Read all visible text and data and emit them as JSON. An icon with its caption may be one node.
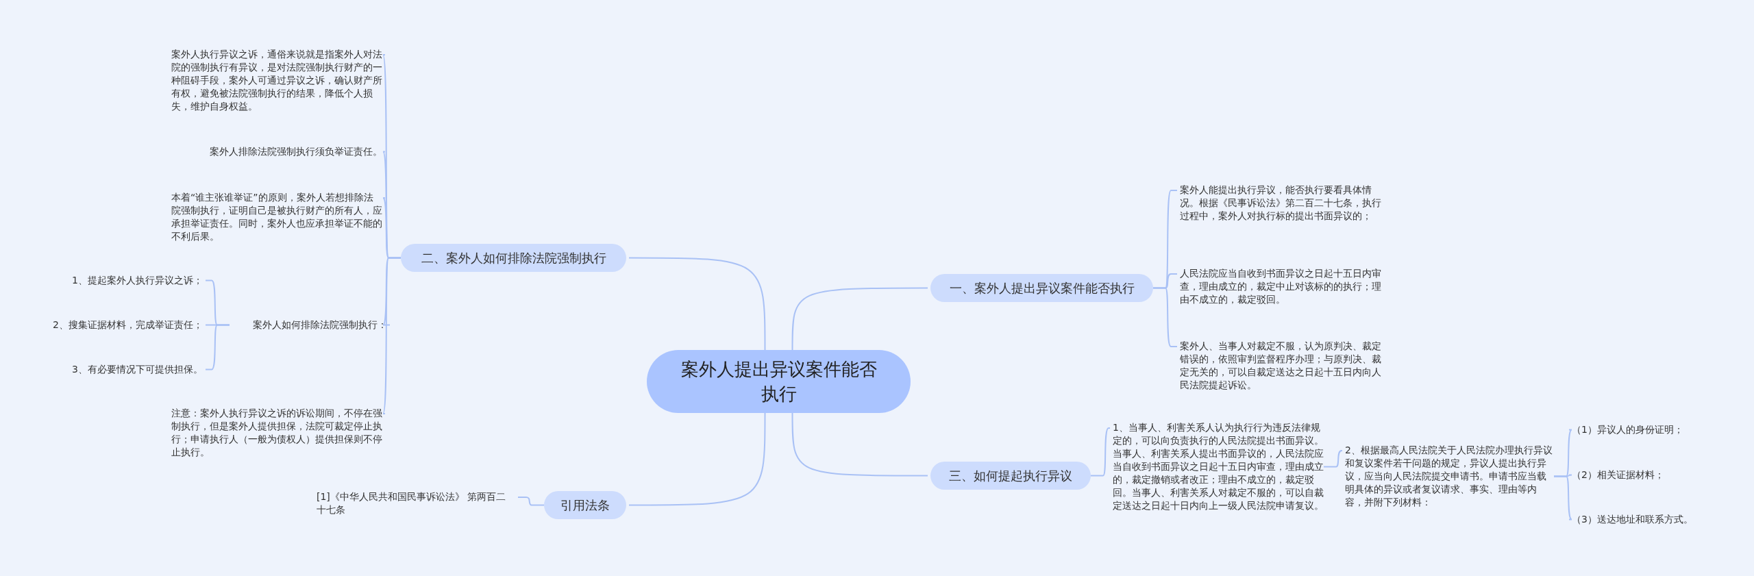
{
  "diagram": {
    "nodes": [
      {
        "text": [
          "案外人提出异议案件能否执行"
        ]
      },
      {
        "text": [
          "一、案外人提出异议案件能否执行"
        ]
      },
      {
        "text": [
          "案外人能提出执行异议，能否执行要看具体情况。根据《民事诉讼法》第二百二十七条，执行过程中，案外人对执行标的提出书面异议的；"
        ]
      },
      {
        "text": [
          "人民法院应当自收到书面异议之日起十五日内审查，理由成立的，裁定中止对该标的的执行；理由不成立的，裁定驳回。"
        ]
      },
      {
        "text": [
          "案外人、当事人对裁定不服，认为原判决、裁定错误的，依照审判监督程序办理；与原判决、裁定无关的，可以自裁定送达之日起十五日内向人民法院提起诉讼。"
        ]
      },
      {
        "text": [
          "二、案外人如何排除法院强制执行"
        ]
      },
      {
        "text": [
          "案外人执行异议之诉，通俗来说就是指案外人对法院的强制执行有异议，是对法院强制执行财产的一种阻碍手段，案外人可通过异议之诉，确认财产所有权，避免被法院强制执行的结果，降低个人损失，维护自身权益。"
        ]
      },
      {
        "text": [
          "案外人排除法院强制执行须负举证责任。"
        ]
      },
      {
        "text": [
          "本着“谁主张谁举证”的原则，案外人若想排除法院强制执行，证明自己是被执行财产的所有人，应承担举证责任。同时，案外人也应承担举证不能的不利后果。"
        ]
      },
      {
        "text": [
          "案外人如何排除法院强制执行："
        ]
      },
      {
        "text": [
          "1、提起案外人执行异议之诉；"
        ]
      },
      {
        "text": [
          "2、搜集证据材料，完成举证责任；"
        ]
      },
      {
        "text": [
          "3、有必要情况下可提供担保。"
        ]
      },
      {
        "text": [
          "注意：案外人执行异议之诉的诉讼期间，不停在强制执行，但是案外人提供担保，法院可裁定停止执行；申请执行人（一般为债权人）提供担保则不停止执行。"
        ]
      },
      {
        "text": [
          "三、如何提起执行异议"
        ]
      },
      {
        "text": [
          "1、当事人、利害关系人认为执行行为违反法律规定的，可以向负责执行的人民法院提出书面异议。当事人、利害关系人提出书面异议的，人民法院应当自收到书面异议之日起十五日内审查，理由成立的，裁定撤销或者改正；理由不成立的，裁定驳回。当事人、利害关系人对裁定不服的，可以自裁定送达之日起十日内向上一级人民法院申请复议。"
        ]
      },
      {
        "text": [
          "2、根据最高人民法院关于人民法院办理执行异议和复议案件若干问题的规定，异议人提出执行异议，应当向人民法院提交申请书。申请书应当载明具体的异议或者复议请求、事实、理由等内容，并附下列材料："
        ]
      },
      {
        "text": [
          "（1）异议人的身份证明；"
        ]
      },
      {
        "text": [
          "（2）相关证据材料；"
        ]
      },
      {
        "text": [
          "（3）送达地址和联系方式。"
        ]
      },
      {
        "text": [
          "引用法条"
        ]
      },
      {
        "text": [
          "[1]《中华人民共和国民事诉讼法》 第两百二十七条"
        ]
      }
    ],
    "edges": [
      {
        "from": 0,
        "to": 1,
        "arrow": "none"
      },
      {
        "from": 1,
        "to": 2,
        "arrow": "none"
      },
      {
        "from": 1,
        "to": 3,
        "arrow": "none"
      },
      {
        "from": 1,
        "to": 4,
        "arrow": "none"
      },
      {
        "from": 0,
        "to": 5,
        "arrow": "none"
      },
      {
        "from": 5,
        "to": 6,
        "arrow": "none"
      },
      {
        "from": 5,
        "to": 7,
        "arrow": "none"
      },
      {
        "from": 5,
        "to": 8,
        "arrow": "none"
      },
      {
        "from": 5,
        "to": 9,
        "arrow": "none"
      },
      {
        "from": 9,
        "to": 10,
        "arrow": "none"
      },
      {
        "from": 9,
        "to": 11,
        "arrow": "none"
      },
      {
        "from": 9,
        "to": 12,
        "arrow": "none"
      },
      {
        "from": 5,
        "to": 13,
        "arrow": "none"
      },
      {
        "from": 0,
        "to": 14,
        "arrow": "none"
      },
      {
        "from": 14,
        "to": 15,
        "arrow": "none"
      },
      {
        "from": 15,
        "to": 16,
        "arrow": "none"
      },
      {
        "from": 16,
        "to": 17,
        "arrow": "none"
      },
      {
        "from": 16,
        "to": 18,
        "arrow": "none"
      },
      {
        "from": 16,
        "to": 19,
        "arrow": "none"
      },
      {
        "from": 0,
        "to": 20,
        "arrow": "none"
      },
      {
        "from": 20,
        "to": 21,
        "arrow": "none"
      }
    ]
  }
}
